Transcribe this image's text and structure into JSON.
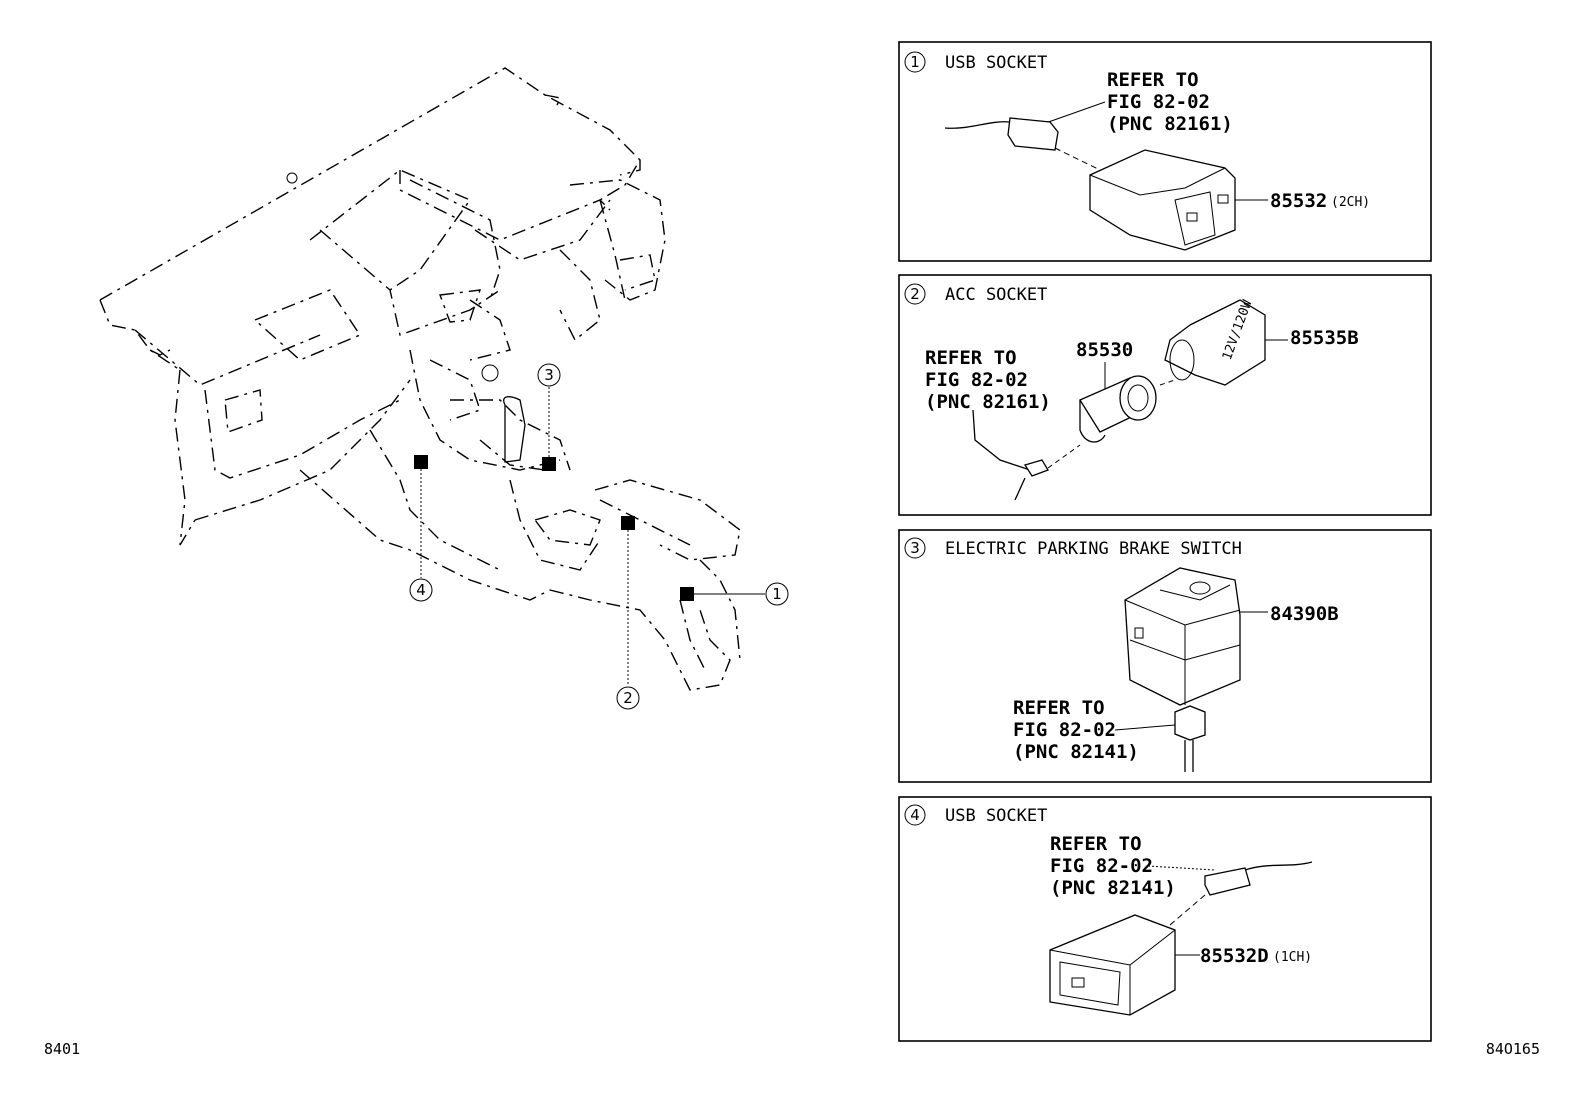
{
  "figure": {
    "code_left": "8401",
    "code_right": "84O165"
  },
  "callouts": [
    {
      "num": "1"
    },
    {
      "num": "2"
    },
    {
      "num": "3"
    },
    {
      "num": "4"
    }
  ],
  "panels": [
    {
      "num": "1",
      "title": "USB SOCKET",
      "refer": [
        "REFER TO",
        "FIG 82-02",
        "(PNC 82161)"
      ],
      "part": "85532",
      "part_note": "(2CH)"
    },
    {
      "num": "2",
      "title": "ACC SOCKET",
      "refer": [
        "REFER TO",
        "FIG 82-02",
        "(PNC 82161)"
      ],
      "part_a": "85530",
      "part_b": "85535B",
      "cap_label": "12V/120W"
    },
    {
      "num": "3",
      "title": "ELECTRIC PARKING BRAKE SWITCH",
      "refer": [
        "REFER TO",
        "FIG 82-02",
        "(PNC 82141)"
      ],
      "part": "84390B"
    },
    {
      "num": "4",
      "title": "USB SOCKET",
      "refer": [
        "REFER TO",
        "FIG 82-02",
        "(PNC 82141)"
      ],
      "part": "85532D",
      "part_note": "(1CH)"
    }
  ]
}
